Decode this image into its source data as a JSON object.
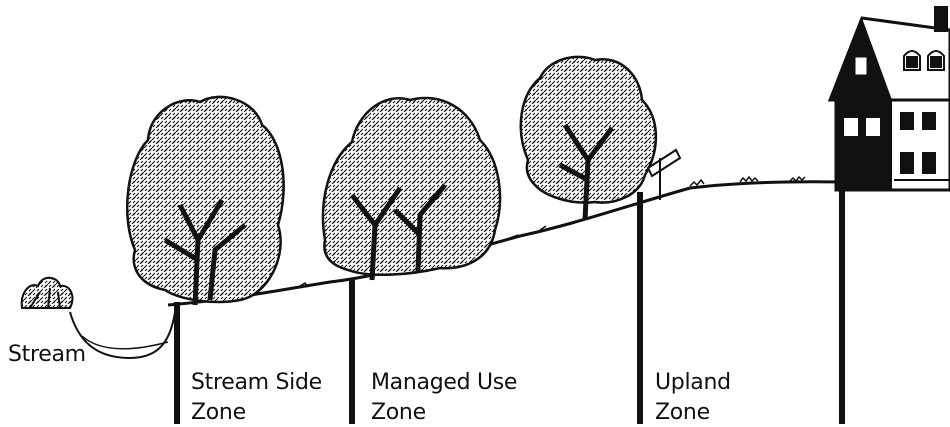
{
  "labels": {
    "stream": "Stream",
    "stream_side_zone": {
      "line1": "Stream Side",
      "line2": "Zone"
    },
    "managed_use_zone": {
      "line1": "Managed Use",
      "line2": "Zone"
    },
    "upland_zone": {
      "line1": "Upland",
      "line2": "Zone"
    }
  },
  "colors": {
    "ink": "#111111",
    "background": "#ffffff"
  },
  "icons": [
    "shrub-icon",
    "tree-icon",
    "house-icon",
    "signpost-icon"
  ]
}
